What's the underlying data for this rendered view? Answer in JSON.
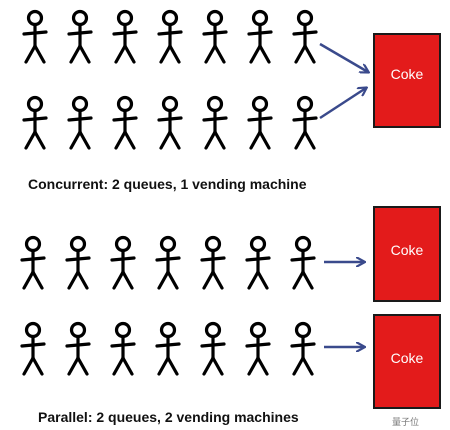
{
  "captions": {
    "concurrent": "Concurrent: 2 queues, 1 vending machine",
    "parallel": "Parallel: 2 queues, 2 vending machines"
  },
  "machines": [
    {
      "label": "Coke"
    },
    {
      "label": "Coke"
    },
    {
      "label": "Coke"
    }
  ],
  "queues": {
    "people_per_queue": 7,
    "count": 4
  },
  "colors": {
    "machine_red": "#e31b1b",
    "arrow_blue": "#3a4a8c",
    "figure_black": "#000000"
  },
  "watermark": "量子位",
  "icons": [
    "stick-figure-icon",
    "arrow-icon",
    "vending-machine-icon"
  ]
}
